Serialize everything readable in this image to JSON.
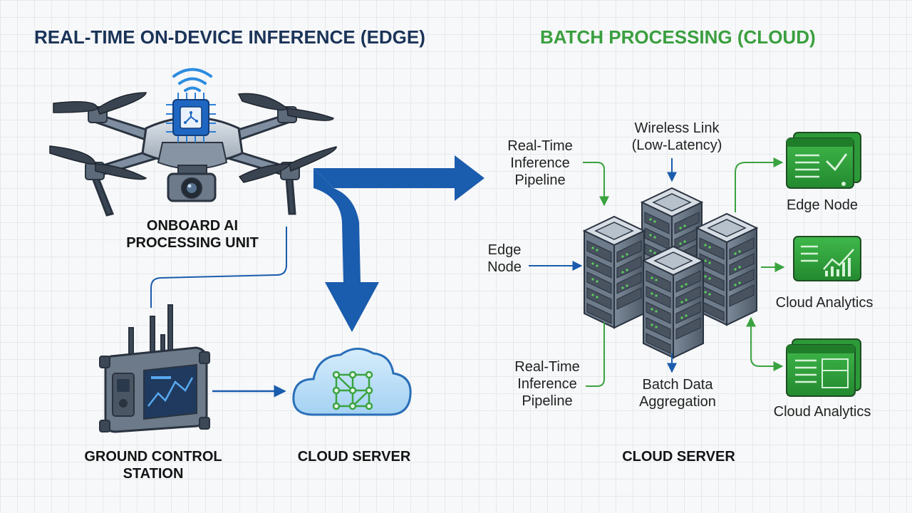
{
  "edge_section": {
    "title": "REAL-TIME ON-DEVICE INFERENCE (EDGE)",
    "onboard_label": "ONBOARD AI\nPROCESSING UNIT",
    "ground_label": "GROUND CONTROL\nSTATION",
    "cloud_label": "CLOUD SERVER"
  },
  "cloud_section": {
    "title": "BATCH PROCESSING (CLOUD)",
    "labels": {
      "wireless_link": "Wireless Link\n(Low-Latency)",
      "pipeline_top": "Real-Time\nInference\nPipeline",
      "edge_node_left": "Edge\nNode",
      "pipeline_bottom": "Real-Time\nInference\nPipeline",
      "batch_aggregation": "Batch Data\nAggregation",
      "edge_node_right": "Edge Node",
      "analytics_top": "Cloud Analytics",
      "analytics_bottom": "Cloud Analytics",
      "server_label": "CLOUD SERVER"
    }
  },
  "colors": {
    "edge_title": "#1a3358",
    "cloud_title": "#3a9f3f",
    "flow_blue": "#1a5cad",
    "link_green": "#3aa33f",
    "panel_green": "#2f9e3a"
  }
}
